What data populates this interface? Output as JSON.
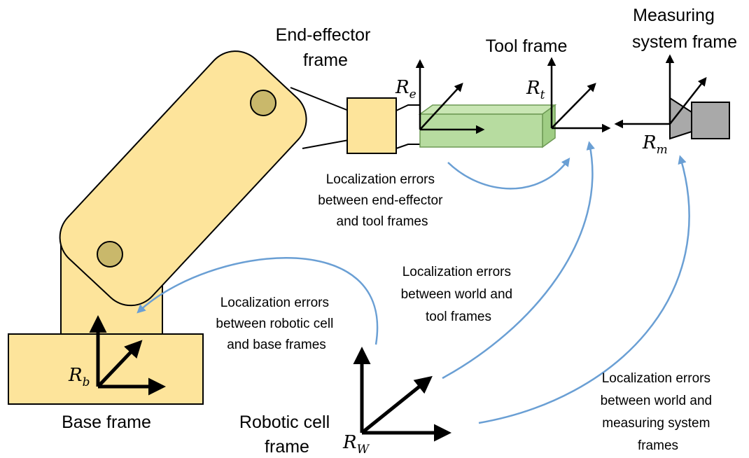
{
  "labels": {
    "end_effector_frame": [
      "End-effector",
      "frame"
    ],
    "tool_frame": [
      "Tool frame"
    ],
    "measuring_system_frame": [
      "Measuring",
      "system frame"
    ],
    "base_frame": [
      "Base frame"
    ],
    "robotic_cell_frame": [
      "Robotic cell",
      "frame"
    ]
  },
  "frame_symbols": {
    "base": {
      "main": "R",
      "sub": "b"
    },
    "end_effector": {
      "main": "R",
      "sub": "e"
    },
    "tool": {
      "main": "R",
      "sub": "t"
    },
    "measuring": {
      "main": "R",
      "sub": "m"
    },
    "world": {
      "main": "R",
      "sub": "W"
    }
  },
  "error_annotations": {
    "end_effector_tool": [
      "Localization errors",
      "between end-effector",
      "and tool frames"
    ],
    "world_tool": [
      "Localization errors",
      "between world  and",
      "tool frames"
    ],
    "cell_base": [
      "Localization errors",
      "between robotic cell",
      "and base frames"
    ],
    "world_measuring": [
      "Localization errors",
      "between world  and",
      "measuring system",
      "frames"
    ]
  },
  "colors": {
    "robot_fill": "#fde49b",
    "robot_stroke": "#000000",
    "joint_fill": "#c9b86b",
    "tool_fill": "#b7dca0",
    "tool_stroke": "#6e9a55",
    "sensor_fill": "#a9a9a9",
    "error_arrow": "#6a9fd4",
    "axis": "#000000"
  }
}
